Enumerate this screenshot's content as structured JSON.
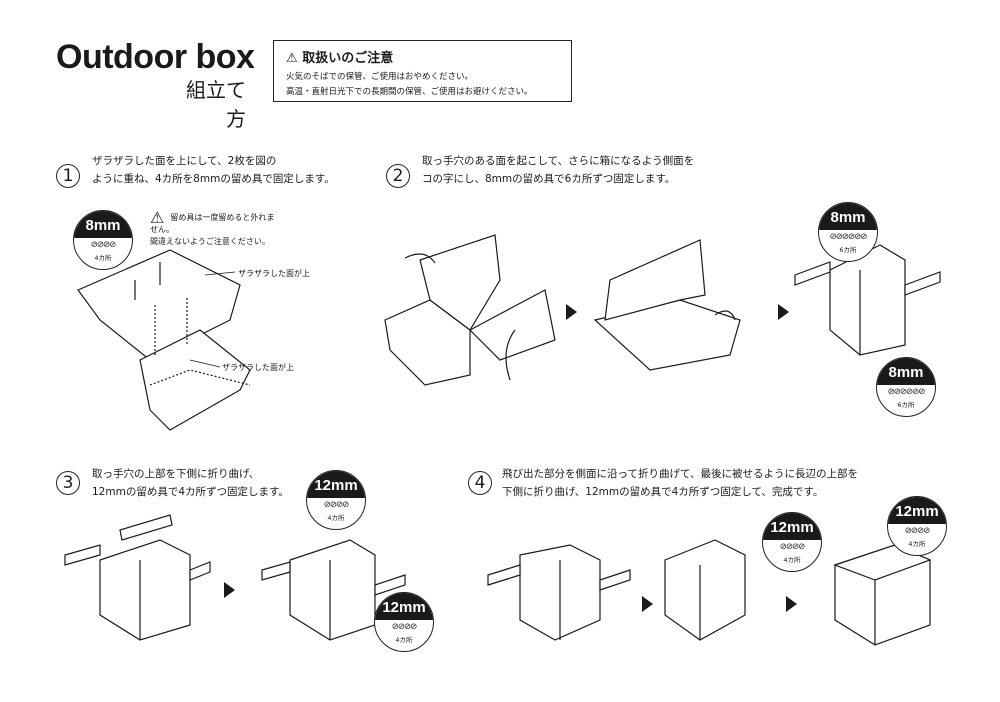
{
  "header": {
    "title": "Outdoor box",
    "subtitle": "組立て方"
  },
  "caution": {
    "icon": "warning-icon",
    "heading": "取扱いのご注意",
    "lines": [
      "火気のそばでの保管、ご使用はおやめください。",
      "高温・直射日光下での長期間の保管、ご使用はお避けください。"
    ]
  },
  "steps": [
    {
      "number": "1",
      "lines": [
        "ザラザラした面を上にして、2枚を図の",
        "ように重ね、4カ所を8mmの留め具で固定します。"
      ]
    },
    {
      "number": "2",
      "lines": [
        "取っ手穴のある面を起こして、さらに箱になるよう側面を",
        "コの字にし、8mmの留め具で6カ所ずつ固定します。"
      ]
    },
    {
      "number": "3",
      "lines": [
        "取っ手穴の上部を下側に折り曲げ、",
        "12mmの留め具で4カ所ずつ固定します。"
      ]
    },
    {
      "number": "4",
      "lines": [
        "飛び出た部分を側面に沿って折り曲げて、最後に被せるように長辺の上部を",
        "下側に折り曲げ、12mmの留め具で4カ所ずつ固定して、完成です。"
      ]
    }
  ],
  "step1_note": [
    "留め具は一度留めると外れません。",
    "間違えないようご注意ください。"
  ],
  "step1_labels": [
    "ザラザラした面が上",
    "ザラザラした面が上"
  ],
  "badges": [
    {
      "size": "8mm",
      "count": "4カ所",
      "screws": "⊘⊘⊘⊘"
    },
    {
      "size": "8mm",
      "count": "6カ所",
      "screws": "⊘⊘⊘⊘⊘⊘"
    },
    {
      "size": "8mm",
      "count": "6カ所",
      "screws": "⊘⊘⊘⊘⊘⊘"
    },
    {
      "size": "12mm",
      "count": "4カ所",
      "screws": "⊘⊘⊘⊘"
    },
    {
      "size": "12mm",
      "count": "4カ所",
      "screws": "⊘⊘⊘⊘"
    },
    {
      "size": "12mm",
      "count": "4カ所",
      "screws": "⊘⊘⊘⊘"
    },
    {
      "size": "12mm",
      "count": "4カ所",
      "screws": "⊘⊘⊘⊘"
    }
  ]
}
